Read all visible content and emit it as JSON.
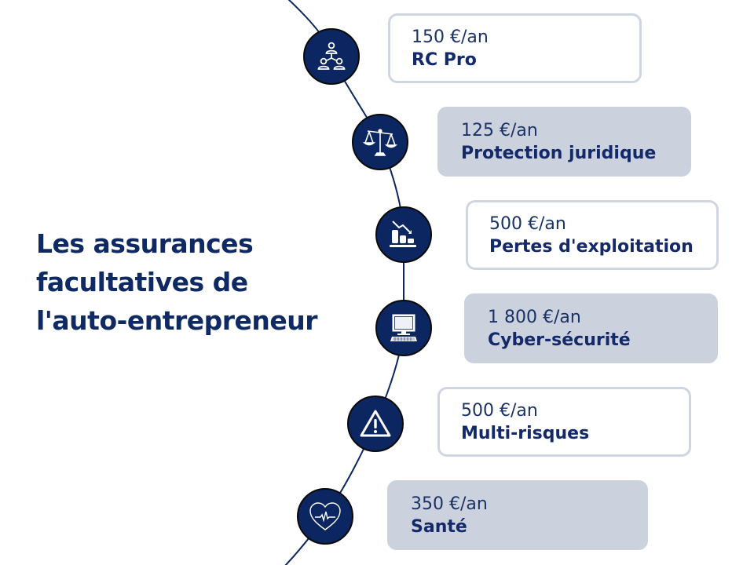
{
  "title": {
    "lines": [
      "Les assurances",
      "facultatives de",
      "l'auto-entrepreneur"
    ]
  },
  "colors": {
    "navy": "#0b2660",
    "title_text": "#0f2a63",
    "card_fill": "#cbd2de",
    "card_border": "#cfd6e2",
    "background": "#ffffff"
  },
  "items": [
    {
      "price": "150 €/an",
      "label": "RC Pro",
      "icon": "network-people-icon",
      "style": "outline"
    },
    {
      "price": "125 €/an",
      "label": "Protection juridique",
      "icon": "scales-of-justice-icon",
      "style": "filled"
    },
    {
      "price": "500 €/an",
      "label": "Pertes d'exploitation",
      "icon": "declining-chart-icon",
      "style": "outline"
    },
    {
      "price": "1 800 €/an",
      "label": "Cyber-sécurité",
      "icon": "computer-icon",
      "style": "filled"
    },
    {
      "price": "500 €/an",
      "label": "Multi-risques",
      "icon": "warning-triangle-icon",
      "style": "outline"
    },
    {
      "price": "350 €/an",
      "label": "Santé",
      "icon": "heart-pulse-icon",
      "style": "filled"
    }
  ]
}
